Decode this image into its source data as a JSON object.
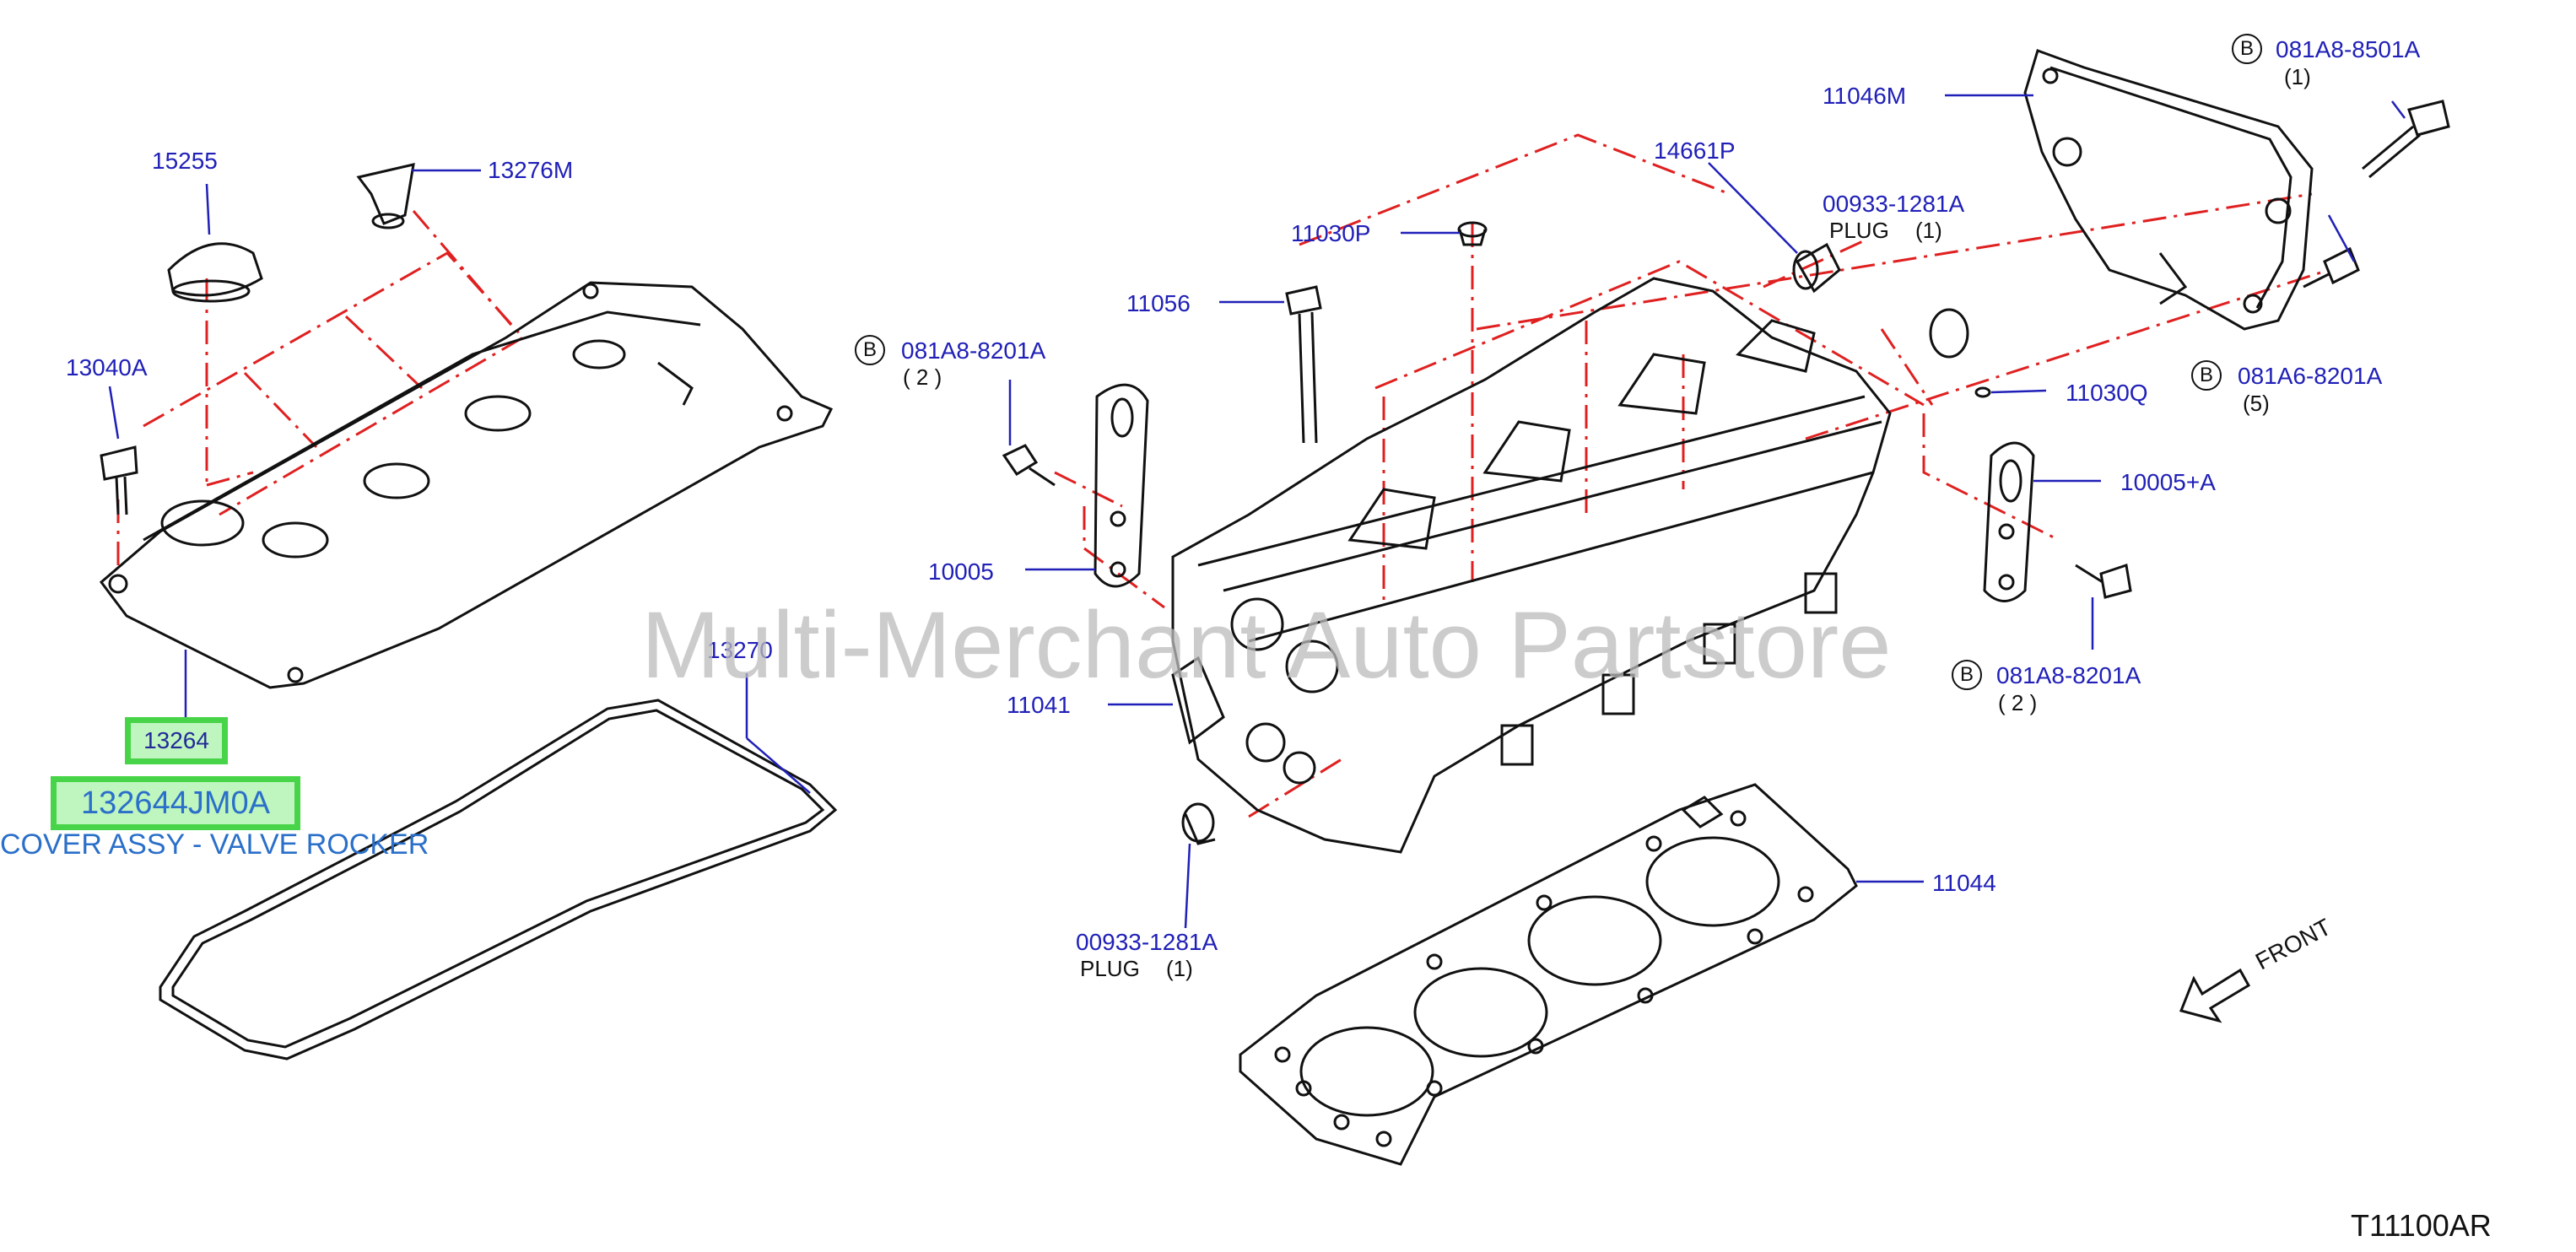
{
  "parts": {
    "p15255": "15255",
    "p13276m": "13276M",
    "p13040a": "13040A",
    "p13270": "13270",
    "p13264": "13264",
    "p11046m": "11046M",
    "p14661p": "14661P",
    "p00933_top": "00933-1281A",
    "p00933_top_plug": "PLUG",
    "p00933_top_qty": "(1)",
    "p11030p": "11030P",
    "p11056": "11056",
    "p081a8_left": "081A8-8201A",
    "p081a8_left_qty": "( 2 )",
    "p11030q": "11030Q",
    "p081a8_8501": "081A8-8501A",
    "p081a8_8501_qty": "(1)",
    "p081a6": "081A6-8201A",
    "p081a6_qty": "(5)",
    "p10005a": "10005+A",
    "p10005": "10005",
    "p081a8_right": "081A8-8201A",
    "p081a8_right_qty": "( 2 )",
    "p11041": "11041",
    "p11044": "11044",
    "p00933_bot": "00933-1281A",
    "p00933_bot_plug": "PLUG",
    "p00933_bot_qty": "(1)"
  },
  "badge_letter": "B",
  "highlight": {
    "part_number": "132644JM0A",
    "description": "COVER ASSY - VALVE ROCKER"
  },
  "watermark": "Multi-Merchant Auto Partstore",
  "front_label": "FRONT",
  "diagram_ref": "T11100AR",
  "colors": {
    "label": "#2020b8",
    "highlight_border": "#48d448",
    "highlight_fill": "#bff5bf",
    "description": "#2a6fc9",
    "centerline": "#e02020"
  }
}
